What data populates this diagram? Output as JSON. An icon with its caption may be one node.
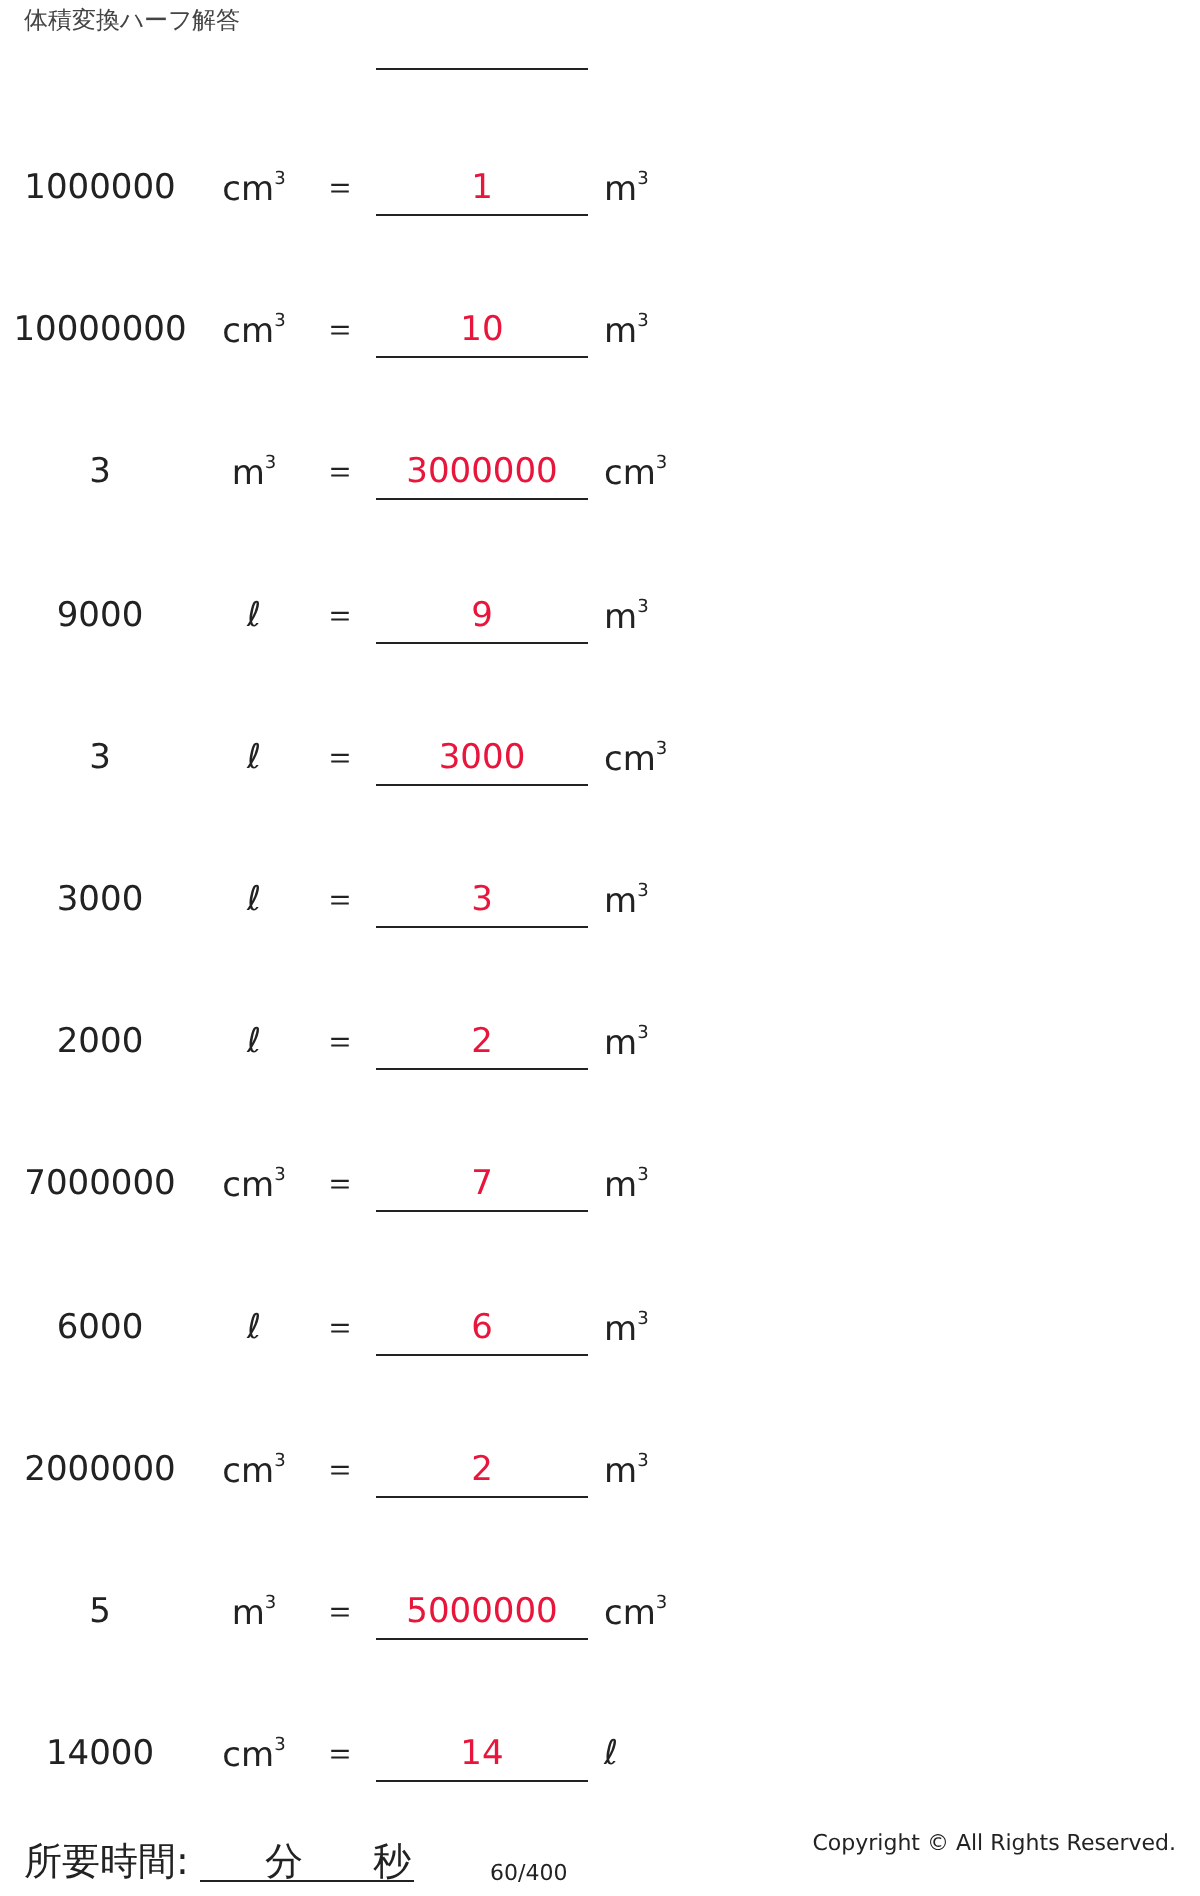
{
  "diagram": {
    "title": "体積変換ハーフ解答",
    "labels": [
      "1000000",
      "cm$^{3}$",
      "＝",
      "1",
      "m$^{3}$",
      "10000000",
      "cm$^{3}$",
      "＝",
      "10",
      "m$^{3}$",
      "3",
      "m$^{3}$",
      "＝",
      "3000000",
      "cm$^{3}$",
      "9000",
      "ℓ",
      "＝",
      "9",
      "m$^{3}$",
      "3",
      "ℓ",
      "＝",
      "3000",
      "cm$^{3}$",
      "3000",
      "ℓ",
      "＝",
      "3",
      "m$^{3}$",
      "2000",
      "ℓ",
      "＝",
      "2",
      "m$^{3}$",
      "7000000",
      "cm$^{3}$",
      "＝",
      "7",
      "m$^{3}$",
      "6000",
      "ℓ",
      "＝",
      "6",
      "m$^{3}$",
      "2000000",
      "cm$^{3}$",
      "＝",
      "2",
      "m$^{3}$",
      "5",
      "m$^{3}$",
      "＝",
      "5000000",
      "cm$^{3}$",
      "14000",
      "cm$^{3}$",
      "＝",
      "14",
      "ℓ",
      "所要時間:",
      "分",
      "秒",
      "60/400",
      "Copyright © All Rights Reserved."
    ]
  }
}
